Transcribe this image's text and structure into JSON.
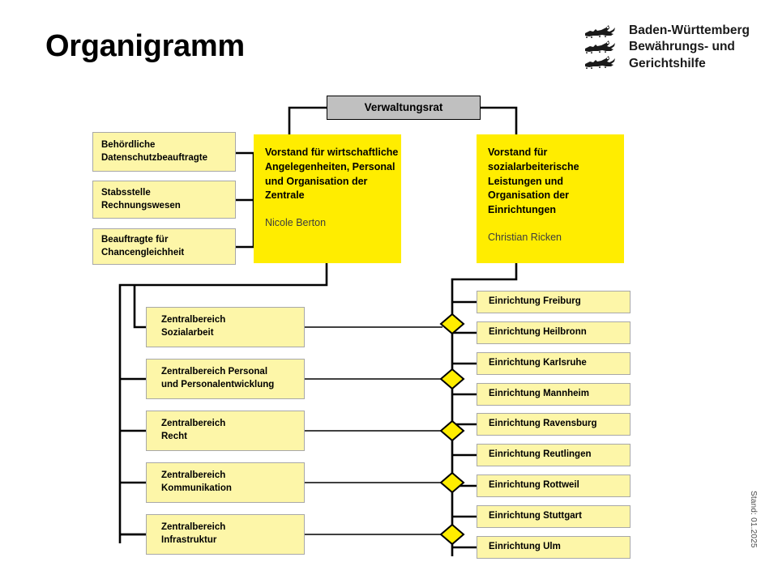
{
  "page": {
    "title": "Organigramm",
    "stand": "Stand: 01.2025"
  },
  "logo": {
    "icon": "three-lions-crest",
    "line1": "Baden-Württemberg",
    "line2": "Bewährungs- und",
    "line3": "Gerichtshilfe"
  },
  "council": {
    "label": "Verwaltungsrat"
  },
  "boards": [
    {
      "title": "Vorstand für wirtschaftliche Angelegenheiten, Personal und Organisation der Zentrale",
      "person": "Nicole Berton"
    },
    {
      "title": "Vorstand für sozialarbeiterische Leistungen und Organisation der Einrichtungen",
      "person": "Christian Ricken"
    }
  ],
  "staff_units": [
    {
      "label": "Behördliche\nDatenschutzbeauftragte"
    },
    {
      "label": "Stabsstelle\nRechnungswesen"
    },
    {
      "label": "Beauftragte für\nChancengleichheit"
    }
  ],
  "central_units": [
    {
      "label": "Zentralbereich\nSozialarbeit"
    },
    {
      "label": "Zentralbereich Personal\nund Personalentwicklung"
    },
    {
      "label": "Zentralbereich\nRecht"
    },
    {
      "label": "Zentralbereich\nKommunikation"
    },
    {
      "label": "Zentralbereich\nInfrastruktur"
    }
  ],
  "facilities": [
    {
      "label": "Einrichtung Freiburg"
    },
    {
      "label": "Einrichtung Heilbronn"
    },
    {
      "label": "Einrichtung Karlsruhe"
    },
    {
      "label": "Einrichtung Mannheim"
    },
    {
      "label": "Einrichtung Ravensburg"
    },
    {
      "label": "Einrichtung Reutlingen"
    },
    {
      "label": "Einrichtung Rottweil"
    },
    {
      "label": "Einrichtung Stuttgart"
    },
    {
      "label": "Einrichtung Ulm"
    }
  ],
  "colors": {
    "board_yellow": "#ffed00",
    "node_yellow": "#fdf6a8",
    "council_gray": "#c0c0c0",
    "line_black": "#000000",
    "border_gray": "#a8a8a8"
  }
}
